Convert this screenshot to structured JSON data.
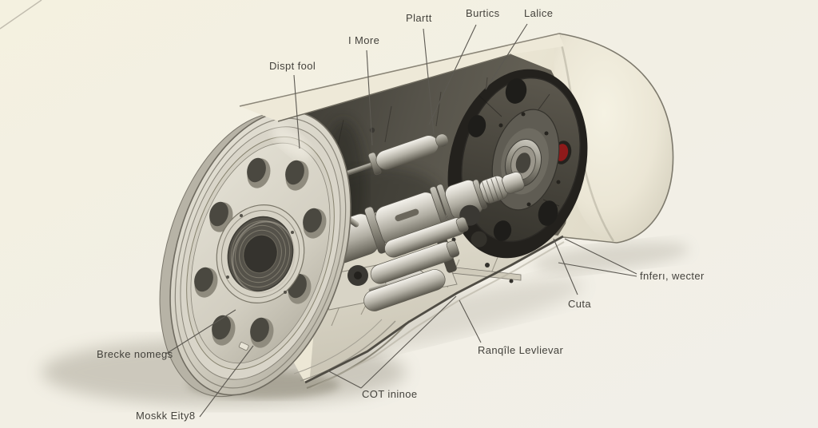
{
  "illustration": {
    "title": "Cutaway technical illustration of a cylindrical drum motor assembly",
    "style": "pencil-and-wash engineering cutaway drawing on cream paper"
  },
  "colors": {
    "background": "#f2efe4",
    "shell_ivory": "#ece7d6",
    "interior_dark": "#45423b",
    "metal_light": "#d9d6cc",
    "accent_red": "#8e1a1a",
    "leader_line": "#5c5952",
    "label_text": "#44423c"
  },
  "labels": [
    {
      "id": "dispt-fool",
      "text": "Dispt fool"
    },
    {
      "id": "i-more",
      "text": "I More"
    },
    {
      "id": "plartt",
      "text": "Plartt"
    },
    {
      "id": "burtics",
      "text": "Burtics"
    },
    {
      "id": "lalice",
      "text": "Lalice"
    },
    {
      "id": "fnfert-wecter",
      "text": "fnferı, wecter"
    },
    {
      "id": "cuta",
      "text": "Cuta"
    },
    {
      "id": "ranqile-levlievar",
      "text": "Ranqîle Levlievar"
    },
    {
      "id": "cot-ininoe",
      "text": "COT ininoe"
    },
    {
      "id": "brecke-nomegs",
      "text": "Brecke nomegs"
    },
    {
      "id": "moskk-eity8",
      "text": "Moskk Eity8"
    }
  ]
}
